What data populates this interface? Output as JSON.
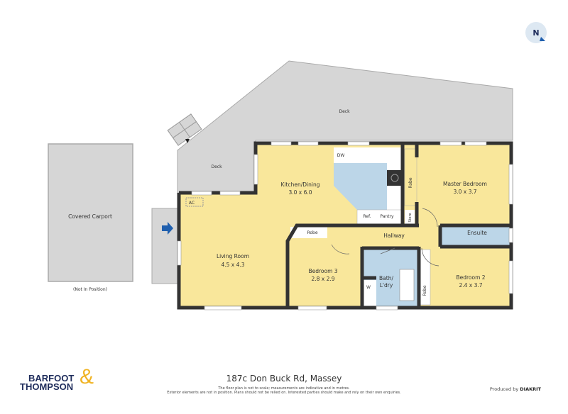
{
  "address": "187c Don Buck Rd, Massey",
  "disclaimer": [
    "The floor plan is not to scale; measurements are indicative and in metres.",
    "Exterior elements are not in position. Plans should not be relied on. Interested parties should make and rely on their own enquiries."
  ],
  "produced_by": {
    "prefix": "Produced by",
    "brand": "DIAKRIT"
  },
  "logo": {
    "line1": "BARFOOT",
    "line2": "THOMPSON",
    "amp": "&"
  },
  "compass": {
    "label": "N",
    "icon": "north-arrow-icon"
  },
  "colors": {
    "room": "#f9e79b",
    "wet": "#bcd6e8",
    "exterior": "#d6d6d6",
    "wall": "#333333",
    "brand_navy": "#1f2d5c",
    "brand_gold": "#f0b323",
    "entry_arrow": "#1f5fae"
  },
  "rooms": {
    "carport": {
      "name": "Covered Carport",
      "note": "(Not In Position)"
    },
    "deck_upper": {
      "name": "Deck"
    },
    "deck_left": {
      "name": "Deck"
    },
    "kitchen": {
      "name": "Kitchen/Dining",
      "size": "3.0 x 6.0"
    },
    "living": {
      "name": "Living Room",
      "size": "4.5 x 4.3"
    },
    "bedroom3": {
      "name": "Bedroom 3",
      "size": "2.8 x 2.9"
    },
    "master": {
      "name": "Master Bedroom",
      "size": "3.0 x 3.7"
    },
    "bedroom2": {
      "name": "Bedroom 2",
      "size": "2.4 x 3.7"
    },
    "hallway": {
      "name": "Hallway"
    },
    "ensuite": {
      "name": "Ensuite"
    },
    "bath": {
      "name": "Bath/",
      "name2": "L'dry"
    }
  },
  "fixtures": {
    "ac": "AC",
    "dw": "DW",
    "ref": "Ref.",
    "pantry": "Pantry",
    "robe": "Robe",
    "store": "Store",
    "w": "W"
  }
}
